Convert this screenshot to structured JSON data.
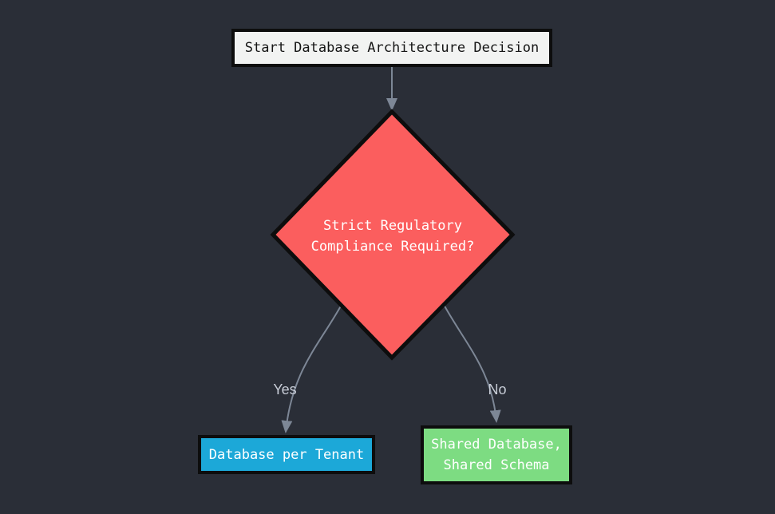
{
  "page": {
    "background": "#2a2e37"
  },
  "flowchart": {
    "nodes": {
      "start": {
        "label": "Start Database Architecture Decision",
        "fill": "#f2f3f2",
        "text_color": "#151515",
        "border_color": "#0d0d0d"
      },
      "decision": {
        "label_line1": "Strict Regulatory",
        "label_line2": "Compliance Required?",
        "fill": "#fb5e5e",
        "text_color": "#ffffff",
        "border_color": "#0d0d0d"
      },
      "db_per_tenant": {
        "label": "Database per Tenant",
        "fill": "#1ca8d8",
        "text_color": "#ffffff",
        "border_color": "#0d0d0d"
      },
      "shared_database": {
        "label_line1": "Shared Database,",
        "label_line2": "Shared Schema",
        "fill": "#7ddc82",
        "text_color": "#ffffff",
        "border_color": "#0d0d0d"
      }
    },
    "edges": {
      "yes_label": "Yes",
      "no_label": "No",
      "line_color": "#7d8796",
      "label_color": "#c9ced8"
    }
  }
}
